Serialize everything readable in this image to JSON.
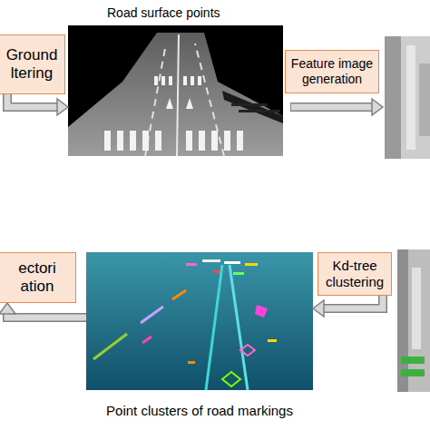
{
  "diagram": {
    "nodes": [
      {
        "text": [
          "Ground ltering"
        ]
      },
      {
        "text": [
          "Road surface points"
        ]
      },
      {
        "text": [
          "Feature image generation"
        ]
      },
      {
        "text": [
          "ectori ation"
        ]
      },
      {
        "text": [
          "Point clusters of road markings"
        ]
      },
      {
        "text": [
          "Kd-tree clustering"
        ]
      }
    ],
    "edges": [
      {
        "from": 0,
        "to": 1,
        "arrow": "to"
      },
      {
        "from": 5,
        "to": 4,
        "arrow": "to"
      },
      {
        "from": 4,
        "to": 3,
        "arrow": "to"
      }
    ]
  }
}
